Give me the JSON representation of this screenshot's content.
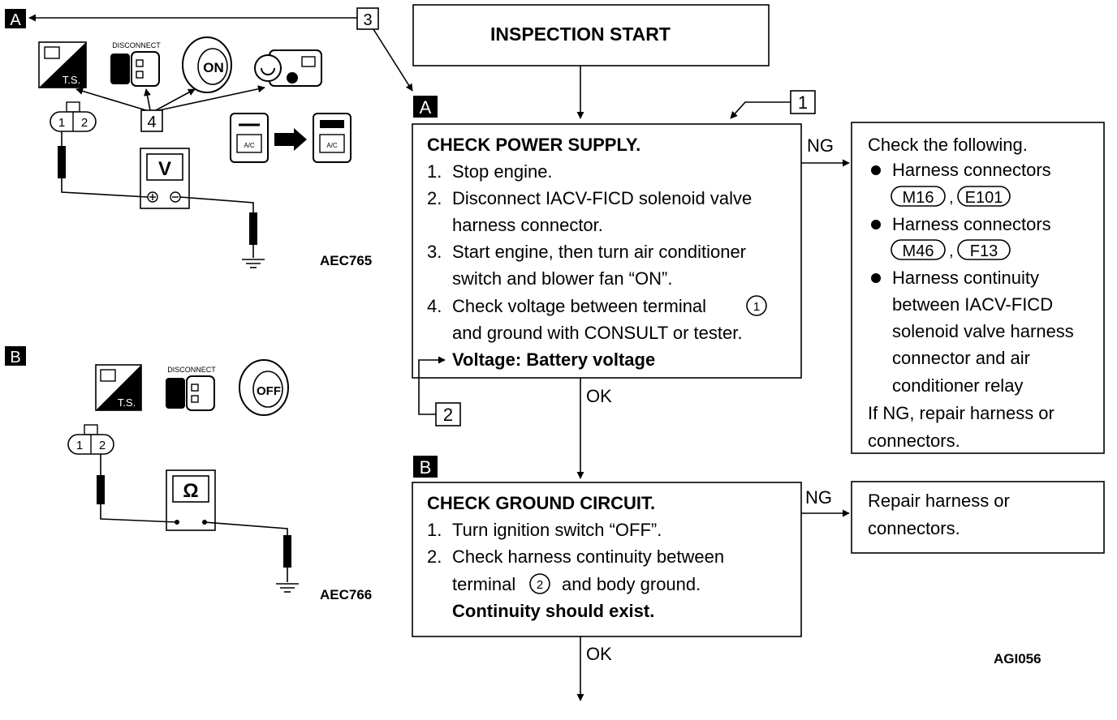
{
  "start_box": {
    "label": "INSPECTION START"
  },
  "callouts": {
    "c1": "1",
    "c2": "2",
    "c3": "3",
    "c4": "4"
  },
  "step_a": {
    "tag": "A",
    "title": "CHECK POWER SUPPLY.",
    "items": [
      {
        "num": "1.",
        "lines": [
          "Stop engine."
        ]
      },
      {
        "num": "2.",
        "lines": [
          "Disconnect IACV-FICD solenoid valve",
          "harness connector."
        ]
      },
      {
        "num": "3.",
        "lines": [
          "Start engine, then turn air conditioner",
          "switch and blower fan “ON”."
        ]
      },
      {
        "num": "4.",
        "lines": [
          "Check voltage between terminal",
          "and ground with CONSULT or tester."
        ],
        "terminal": "1"
      }
    ],
    "spec": "Voltage: Battery voltage",
    "ok": "OK",
    "ng": "NG"
  },
  "ng_a": {
    "title": "Check the following.",
    "bullets": [
      {
        "lines": [
          "Harness connectors"
        ],
        "connectors": [
          "M16",
          "E101"
        ]
      },
      {
        "lines": [
          "Harness connectors"
        ],
        "connectors": [
          "M46",
          "F13"
        ]
      },
      {
        "lines": [
          "Harness continuity",
          "between IACV-FICD",
          "solenoid valve harness",
          "connector and air",
          "conditioner relay"
        ]
      }
    ],
    "footer": [
      "If NG, repair harness or",
      "connectors."
    ]
  },
  "step_b": {
    "tag": "B",
    "title": "CHECK GROUND CIRCUIT.",
    "items": [
      {
        "num": "1.",
        "lines": [
          "Turn ignition switch “OFF”."
        ]
      },
      {
        "num": "2.",
        "lines": [
          "Check harness continuity between",
          "terminal",
          "and body ground."
        ],
        "terminal": "2"
      }
    ],
    "spec": "Continuity should exist.",
    "ok": "OK",
    "ng": "NG"
  },
  "ng_b": {
    "lines": [
      "Repair harness or",
      "connectors."
    ]
  },
  "diagram_a": {
    "tag": "A",
    "ts_label": "T.S.",
    "disconnect_label": "DISCONNECT",
    "key_label": "ON",
    "connector_pins": [
      "1",
      "2"
    ],
    "meter_label": "V",
    "ac_label": "A/C",
    "code": "AEC765"
  },
  "diagram_b": {
    "tag": "B",
    "ts_label": "T.S.",
    "disconnect_label": "DISCONNECT",
    "key_label": "OFF",
    "connector_pins": [
      "1",
      "2"
    ],
    "meter_label": "Ω",
    "code": "AEC766"
  },
  "figure_code": "AGI056"
}
